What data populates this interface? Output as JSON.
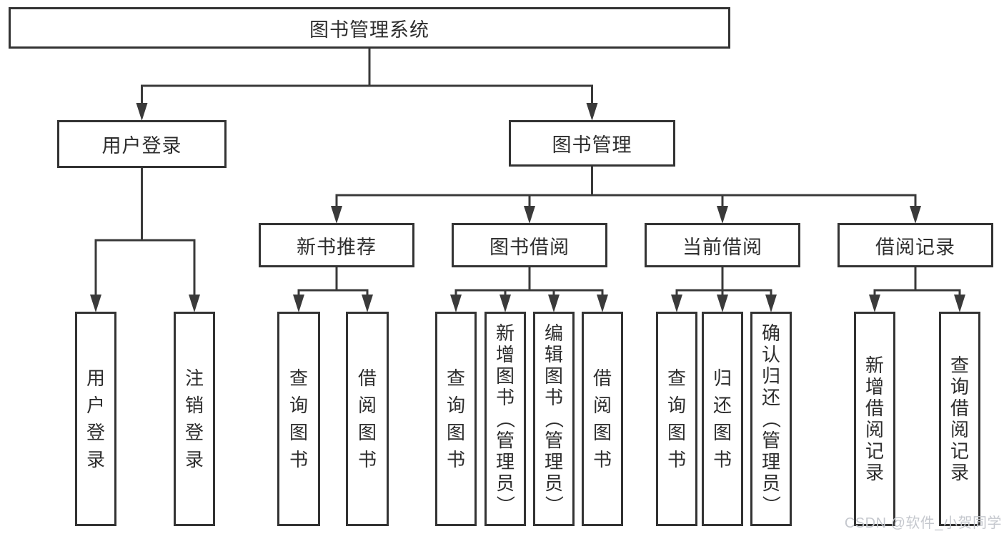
{
  "diagram": {
    "tree": {
      "label": "图书管理系统",
      "children": [
        {
          "label": "用户登录",
          "children": [
            {
              "label": "用户登录"
            },
            {
              "label": "注销登录"
            }
          ]
        },
        {
          "label": "图书管理",
          "children": [
            {
              "label": "新书推荐",
              "children": [
                {
                  "label": "查询图书"
                },
                {
                  "label": "借阅图书"
                }
              ]
            },
            {
              "label": "图书借阅",
              "children": [
                {
                  "label": "查询图书"
                },
                {
                  "label": "新增图书（管理员）"
                },
                {
                  "label": "编辑图书（管理员）"
                },
                {
                  "label": "借阅图书"
                }
              ]
            },
            {
              "label": "当前借阅",
              "children": [
                {
                  "label": "查询图书"
                },
                {
                  "label": "归还图书"
                },
                {
                  "label": "确认归还（管理员）"
                }
              ]
            },
            {
              "label": "借阅记录",
              "children": [
                {
                  "label": "新增借阅记录"
                },
                {
                  "label": "查询借阅记录"
                }
              ]
            }
          ]
        }
      ]
    },
    "colors": {
      "border": "#333333",
      "line": "#3a3a3a",
      "text": "#2d2d2d",
      "background": "#ffffff",
      "watermark_text": "#c5c8ce"
    }
  },
  "watermark": {
    "text": "CSDN @软件_小贺同学"
  }
}
